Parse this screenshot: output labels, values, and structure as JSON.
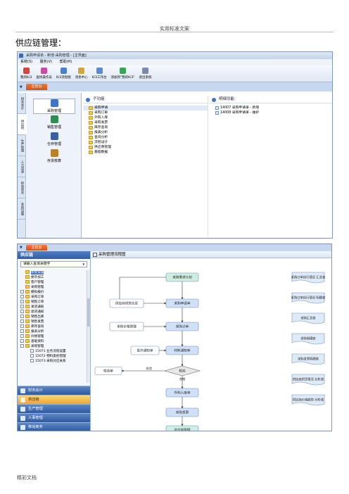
{
  "page": {
    "header": "实用标准文案",
    "title": "供应链管理：",
    "footer": "精彩文档"
  },
  "screen1": {
    "window_title": "采购申请单 - 新增-采购管理 - [主界面]",
    "menu": [
      "系统(S)",
      "服务(V)",
      "帮助(H)"
    ],
    "toolbar": [
      {
        "label": "我的K/3",
        "icon": "home-icon",
        "color": "#d9433a"
      },
      {
        "label": "查找操作员",
        "icon": "user-icon",
        "color": "#c94aa2"
      },
      {
        "label": "K/3流程图",
        "icon": "flow-icon",
        "color": "#4a7fc9"
      },
      {
        "label": "消息中心",
        "icon": "message-icon",
        "color": "#d3a63a"
      },
      {
        "label": "K/3工作台",
        "icon": "workbench-icon",
        "color": "#5a8ad0"
      },
      {
        "label": "添加到\"我的K/3\"",
        "icon": "add-icon",
        "color": "#3aa55a"
      },
      {
        "label": "退出系统",
        "icon": "exit-icon",
        "color": "#7a8aa8"
      }
    ],
    "main_tab": "主控台",
    "vtabs": [
      "财务会计",
      "供应链",
      "生产管理",
      "人力资源",
      "移动商务",
      "系统设置"
    ],
    "modules": [
      {
        "label": "采购管理",
        "icon": "purchase-icon",
        "color": "#3d76c6"
      },
      {
        "label": "销售管理",
        "icon": "sales-icon",
        "color": "#2f8b4f"
      },
      {
        "label": "仓存管理",
        "icon": "warehouse-icon",
        "color": "#3b5fa3"
      },
      {
        "label": "存货核算",
        "icon": "inventory-icon",
        "color": "#b9822a"
      }
    ],
    "sub_panel": {
      "title": "子功能",
      "items": [
        "采购申请",
        "采购订单",
        "外购入库",
        "采购发票",
        "库存查询",
        "报表分析",
        "查询分析",
        "流程设计",
        "供应商管理",
        "基础数据"
      ]
    },
    "detail_panel": {
      "title": "明细功能",
      "items": [
        "14007 采购申请单 - 新增",
        "14008 采购申请单 - 维护"
      ]
    }
  },
  "screen2": {
    "main_tab": "主控台",
    "nav_title": "供应链",
    "nav_select": "请输入查询关键字",
    "tree": [
      {
        "label": "系统设置",
        "type": "folder",
        "hi": true,
        "pm": false
      },
      {
        "label": "委外加工",
        "type": "folder",
        "hi": false,
        "pm": false
      },
      {
        "label": "客户管理",
        "type": "folder",
        "hi": false,
        "pm": false
      },
      {
        "label": "采购管理",
        "type": "folder",
        "hi": false,
        "pm": false
      },
      {
        "label": "模拟报价",
        "type": "folder",
        "hi": false,
        "pm": true
      },
      {
        "label": "采购订单",
        "type": "folder",
        "hi": false,
        "pm": true
      },
      {
        "label": "销售订单",
        "type": "folder",
        "hi": false,
        "pm": true
      },
      {
        "label": "发货通知",
        "type": "folder",
        "hi": false,
        "pm": true
      },
      {
        "label": "退货通知",
        "type": "folder",
        "hi": false,
        "pm": true
      },
      {
        "label": "销售出库",
        "type": "folder",
        "hi": false,
        "pm": true
      },
      {
        "label": "销售发票",
        "type": "folder",
        "hi": false,
        "pm": true
      },
      {
        "label": "库存查询",
        "type": "folder",
        "hi": false,
        "pm": true
      },
      {
        "label": "报表分析",
        "type": "folder",
        "hi": false,
        "pm": true
      },
      {
        "label": "价格管理",
        "type": "folder",
        "hi": false,
        "pm": true
      },
      {
        "label": "基础资料",
        "type": "folder",
        "hi": false,
        "pm": true
      },
      {
        "label": "采购管理",
        "type": "folder",
        "hi": false,
        "pm": true
      },
      {
        "label": "15071 业务流程设置",
        "type": "doc",
        "hi": false,
        "pm": false
      },
      {
        "label": "15072 物料类别管理",
        "type": "doc",
        "hi": false,
        "pm": false
      },
      {
        "label": "15073 采购对应关系",
        "type": "doc",
        "hi": false,
        "pm": false
      }
    ],
    "nav_buttons": [
      {
        "label": "财务会计",
        "active": false
      },
      {
        "label": "供应链",
        "active": true
      },
      {
        "label": "生产管理",
        "active": false
      },
      {
        "label": "人事管理",
        "active": false
      },
      {
        "label": "移动商务",
        "active": false
      }
    ],
    "diagram_title": "采购管理流程图",
    "flow": {
      "start": "采购需求计划",
      "inputs": [
        "供应商供货信息",
        "采购价格管理"
      ],
      "main": [
        "采购申请单",
        "采购订单",
        "材料通知单",
        "外购入库单",
        "采购发票"
      ],
      "side": [
        "委外通知单"
      ],
      "decision": "检验",
      "pass": "合格",
      "reject": "检验",
      "reject_box": "检验单",
      "end": "应付款管理",
      "reports": [
        "采购订单执行情况 汇总表",
        "采购订单执行情况 明细表",
        "采购汇总表",
        "采购明细表",
        "采购发票明细表",
        "供应商供货情况 分析表",
        "供应商价格趋势 分析表"
      ]
    }
  },
  "colors": {
    "accent": "#2f5ea8",
    "tab": "#e8662a",
    "node_blue": "#cfe0f7",
    "node_green": "#cdeee0"
  }
}
